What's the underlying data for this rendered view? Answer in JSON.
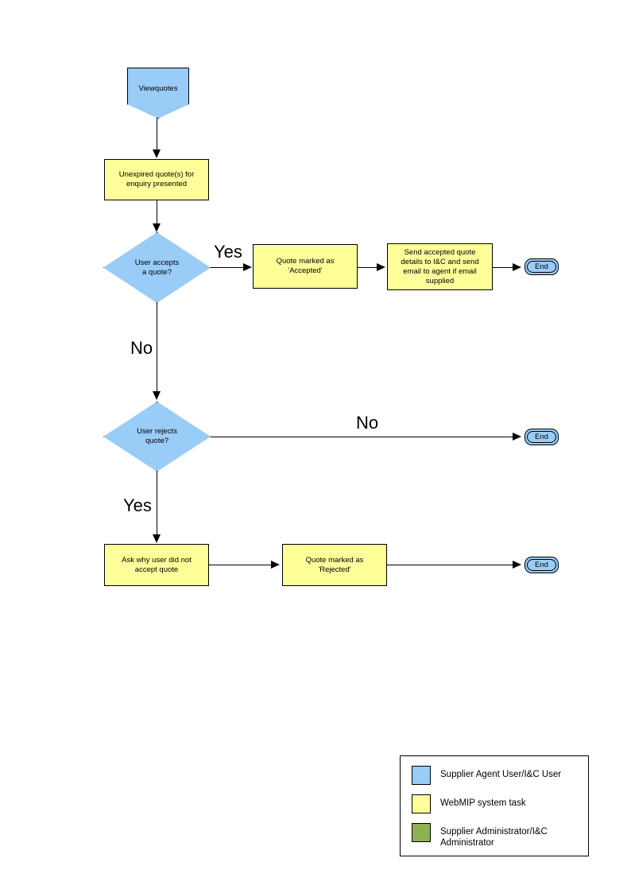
{
  "diagram": {
    "type": "flowchart",
    "title": "",
    "nodes": {
      "start": {
        "label": "Viewquotes",
        "shape": "pentagon",
        "color": "#99ccf7"
      },
      "task_unexpired": {
        "label": "Unexpired quote(s) for\nenquiry presented",
        "shape": "process",
        "color": "#ffff99"
      },
      "decision_accept": {
        "label": "User accepts\na quote?",
        "shape": "diamond",
        "color": "#99ccf7"
      },
      "task_accepted": {
        "label": "Quote  marked as\n'Accepted'",
        "shape": "process",
        "color": "#ffff99"
      },
      "task_send_details": {
        "label": "Send accepted quote\ndetails to I&C and send\nemail to agent if email\nsupplied",
        "shape": "process",
        "color": "#ffff99"
      },
      "end_accept": {
        "label": "End",
        "shape": "terminator",
        "color": "#99ccf7"
      },
      "decision_reject": {
        "label": "User rejects\nquote?",
        "shape": "diamond",
        "color": "#99ccf7"
      },
      "end_no_reject": {
        "label": "End",
        "shape": "terminator",
        "color": "#99ccf7"
      },
      "task_ask_why": {
        "label": "Ask why user did not\naccept quote",
        "shape": "process",
        "color": "#ffff99"
      },
      "task_rejected": {
        "label": "Quote  marked as\n'Rejected'",
        "shape": "process",
        "color": "#ffff99"
      },
      "end_reject": {
        "label": "End",
        "shape": "terminator",
        "color": "#99ccf7"
      }
    },
    "branch_labels": {
      "accept_yes": "Yes",
      "accept_no": "No",
      "reject_no": "No",
      "reject_yes": "Yes"
    }
  },
  "legend": {
    "items": [
      {
        "color": "#99ccf7",
        "label": "Supplier Agent User/I&C User"
      },
      {
        "color": "#ffff99",
        "label": "WebMIP system task"
      },
      {
        "color": "#8cb253",
        "label": "Supplier Administrator/I&C\nAdministrator"
      }
    ]
  }
}
